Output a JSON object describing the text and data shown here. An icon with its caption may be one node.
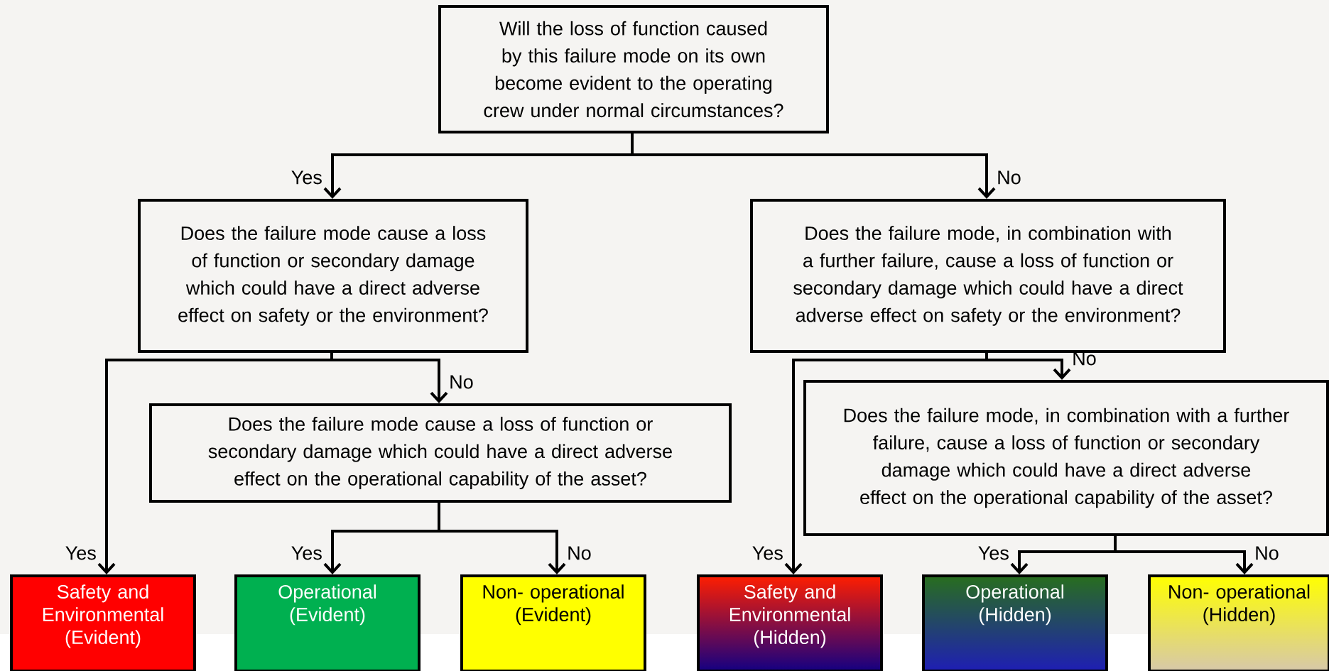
{
  "diagram": {
    "nodes": [
      {
        "text": [
          "Will the loss of function caused by this failure mode on its own become evident to the operating crew under normal circumstances?"
        ]
      },
      {
        "text": [
          "Does the failure mode cause a loss of function or secondary damage which could have a direct adverse effect on safety or the environment?"
        ]
      },
      {
        "text": [
          "Does the failure mode, in combination with a further failure, cause a loss of function or secondary damage which could have a direct adverse effect on safety or the environment?"
        ]
      },
      {
        "text": [
          "Does the failure mode cause a loss of function or secondary damage which could have a direct adverse effect on the operational capability of the asset?"
        ]
      },
      {
        "text": [
          "Does the failure mode, in combination with a further failure, cause a loss of function or secondary damage which could have a direct adverse effect on the operational capability of the asset?"
        ]
      },
      {
        "text": [
          "Safety and Environmental (Evident)"
        ]
      },
      {
        "text": [
          "Operational (Evident)"
        ]
      },
      {
        "text": [
          "Non- operational (Evident)"
        ]
      },
      {
        "text": [
          "Safety and Environmental (Hidden)"
        ]
      },
      {
        "text": [
          "Operational (Hidden)"
        ]
      },
      {
        "text": [
          "Non- operational (Hidden)"
        ]
      }
    ],
    "edges": [
      {
        "from": 0,
        "to": 1,
        "arrow": "to",
        "label": "Yes"
      },
      {
        "from": 0,
        "to": 2,
        "arrow": "to",
        "label": "No"
      },
      {
        "from": 1,
        "to": 5,
        "arrow": "to",
        "label": "Yes"
      },
      {
        "from": 1,
        "to": 3,
        "arrow": "to",
        "label": "No"
      },
      {
        "from": 3,
        "to": 6,
        "arrow": "to",
        "label": "Yes"
      },
      {
        "from": 3,
        "to": 7,
        "arrow": "to",
        "label": "No"
      },
      {
        "from": 2,
        "to": 8,
        "arrow": "to",
        "label": "Yes"
      },
      {
        "from": 2,
        "to": 4,
        "arrow": "to",
        "label": "No"
      },
      {
        "from": 4,
        "to": 9,
        "arrow": "to",
        "label": "Yes"
      },
      {
        "from": 4,
        "to": 10,
        "arrow": "to",
        "label": "No"
      }
    ]
  }
}
